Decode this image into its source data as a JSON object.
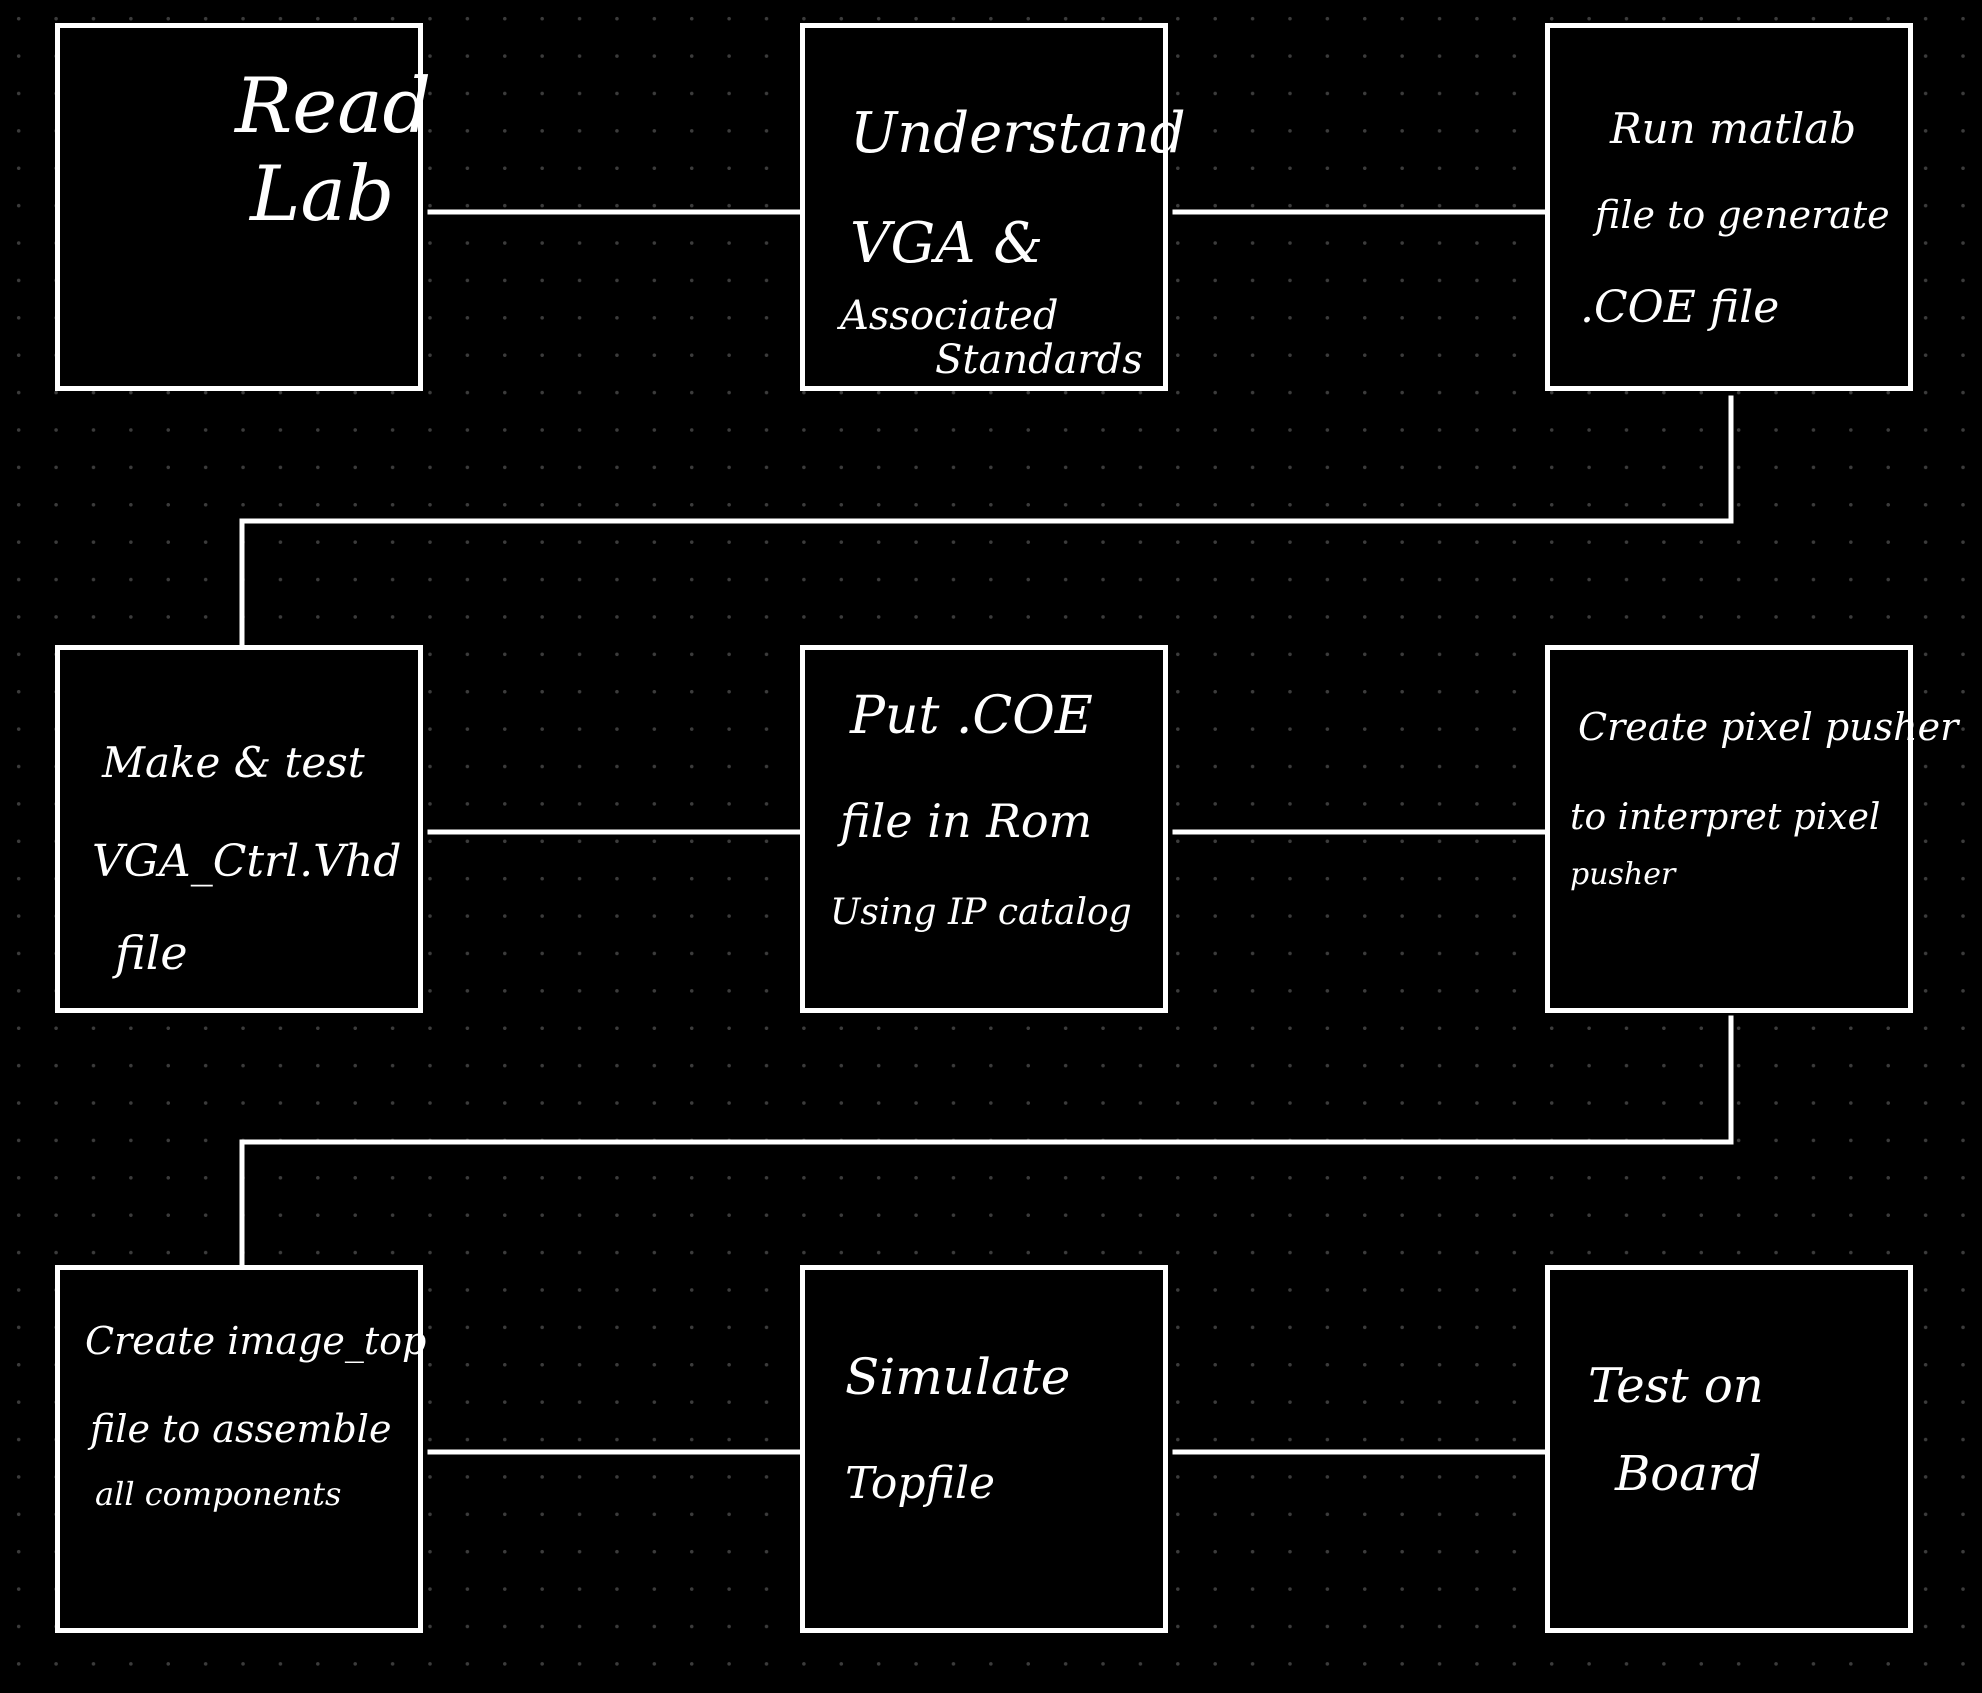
{
  "diagram": {
    "colors": {
      "background": "#000000",
      "stroke": "#ffffff",
      "grid_dot": "#3c3c3c"
    },
    "steps": [
      {
        "id": "read-lab",
        "lines": [
          "Read",
          "Lab"
        ]
      },
      {
        "id": "understand-vga",
        "lines": [
          "Understand",
          "VGA &",
          "Associated",
          "Standards"
        ]
      },
      {
        "id": "run-matlab",
        "lines": [
          "Run matlab",
          "file to generate",
          ".COE file"
        ]
      },
      {
        "id": "make-test-vga-ctrl",
        "lines": [
          "Make & test",
          "VGA_Ctrl.Vhd",
          "file"
        ]
      },
      {
        "id": "put-coe-in-rom",
        "lines": [
          "Put .COE",
          "file in Rom",
          "Using IP catalog"
        ]
      },
      {
        "id": "create-pixel-pusher",
        "lines": [
          "Create pixel pusher",
          "to interpret pixel",
          "pusher"
        ]
      },
      {
        "id": "create-image-top",
        "lines": [
          "Create image_top",
          "file to assemble",
          "all components"
        ]
      },
      {
        "id": "simulate-topfile",
        "lines": [
          "Simulate",
          "Topfile"
        ]
      },
      {
        "id": "test-on-board",
        "lines": [
          "Test on",
          "Board"
        ]
      }
    ]
  }
}
